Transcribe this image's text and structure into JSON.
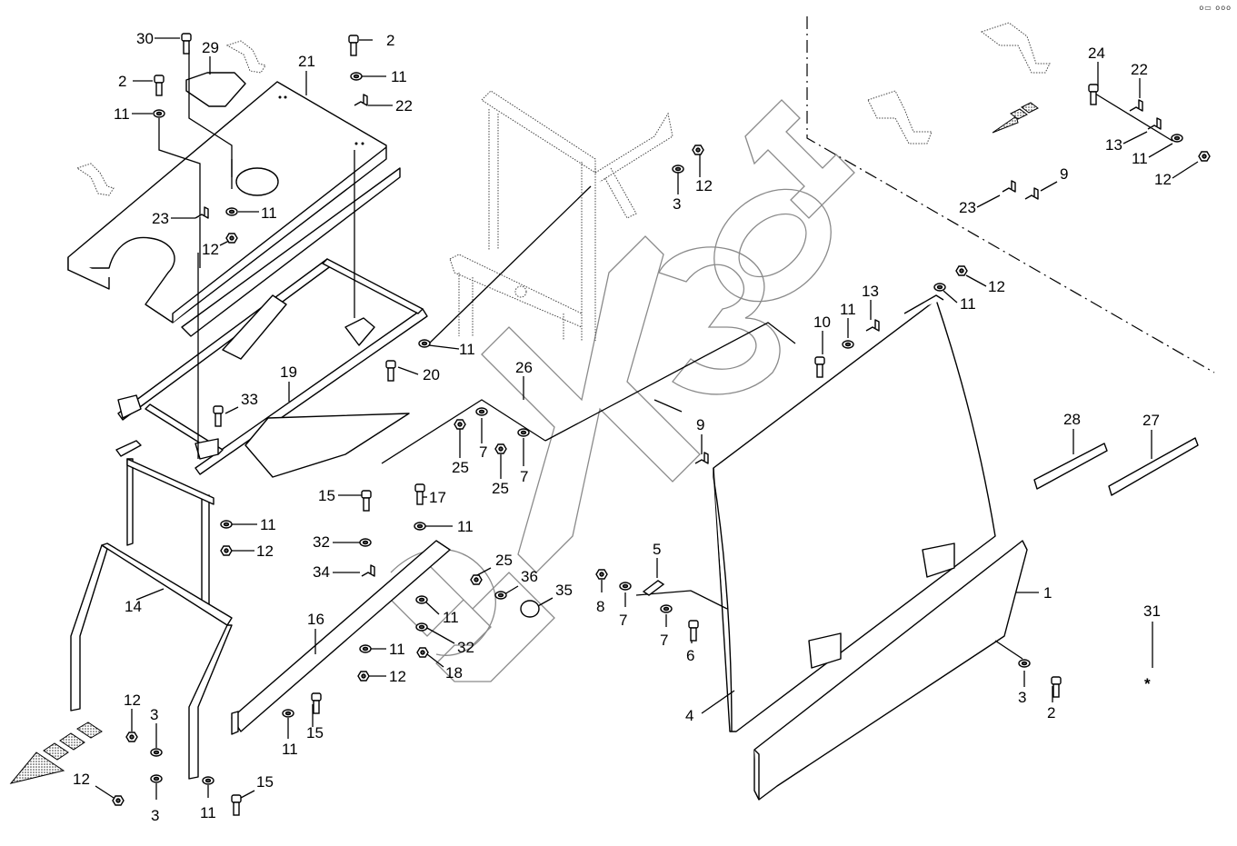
{
  "diagram": {
    "type": "exploded-parts-view",
    "watermark_text": "БИЗОН",
    "corner_mark": "o▭ ooo",
    "callouts": [
      {
        "id": "c30a",
        "label": "30",
        "part": "bolt"
      },
      {
        "id": "c29",
        "label": "29",
        "part": "cover-plate"
      },
      {
        "id": "c2a",
        "label": "2",
        "part": "bolt"
      },
      {
        "id": "c11a",
        "label": "11",
        "part": "washer"
      },
      {
        "id": "c21",
        "label": "21",
        "part": "top-panel"
      },
      {
        "id": "c2b",
        "label": "2",
        "part": "bolt"
      },
      {
        "id": "c11b",
        "label": "11",
        "part": "washer"
      },
      {
        "id": "c22a",
        "label": "22",
        "part": "bracket"
      },
      {
        "id": "c23a",
        "label": "23",
        "part": "bracket"
      },
      {
        "id": "c11c",
        "label": "11",
        "part": "washer"
      },
      {
        "id": "c12a",
        "label": "12",
        "part": "nut"
      },
      {
        "id": "c3a",
        "label": "3",
        "part": "washer"
      },
      {
        "id": "c12b",
        "label": "12",
        "part": "nut"
      },
      {
        "id": "c11d",
        "label": "11",
        "part": "washer"
      },
      {
        "id": "c20",
        "label": "20",
        "part": "bolt"
      },
      {
        "id": "c19",
        "label": "19",
        "part": "frame"
      },
      {
        "id": "c33",
        "label": "33",
        "part": "bolt"
      },
      {
        "id": "c26",
        "label": "26",
        "part": "hinge-pin"
      },
      {
        "id": "c25a",
        "label": "25",
        "part": "nut"
      },
      {
        "id": "c7a",
        "label": "7",
        "part": "washer"
      },
      {
        "id": "c25b",
        "label": "25",
        "part": "nut"
      },
      {
        "id": "c7b",
        "label": "7",
        "part": "washer"
      },
      {
        "id": "c11e",
        "label": "11",
        "part": "washer"
      },
      {
        "id": "c12c",
        "label": "12",
        "part": "nut"
      },
      {
        "id": "c15a",
        "label": "15",
        "part": "bolt"
      },
      {
        "id": "c17",
        "label": "17",
        "part": "bolt"
      },
      {
        "id": "c11f",
        "label": "11",
        "part": "washer"
      },
      {
        "id": "c32a",
        "label": "32",
        "part": "washer"
      },
      {
        "id": "c34",
        "label": "34",
        "part": "bracket"
      },
      {
        "id": "c25c",
        "label": "25",
        "part": "nut"
      },
      {
        "id": "c36",
        "label": "36",
        "part": "washer"
      },
      {
        "id": "c35",
        "label": "35",
        "part": "knob"
      },
      {
        "id": "c11g",
        "label": "11",
        "part": "washer"
      },
      {
        "id": "c32b",
        "label": "32",
        "part": "washer"
      },
      {
        "id": "c11h",
        "label": "11",
        "part": "washer"
      },
      {
        "id": "c18",
        "label": "18",
        "part": "nut"
      },
      {
        "id": "c12d",
        "label": "12",
        "part": "nut"
      },
      {
        "id": "c14",
        "label": "14",
        "part": "support-frame"
      },
      {
        "id": "c16",
        "label": "16",
        "part": "strut"
      },
      {
        "id": "c15b",
        "label": "15",
        "part": "bolt"
      },
      {
        "id": "c11i",
        "label": "11",
        "part": "washer"
      },
      {
        "id": "c12e",
        "label": "12",
        "part": "nut"
      },
      {
        "id": "c3b",
        "label": "3",
        "part": "washer"
      },
      {
        "id": "c12f",
        "label": "12",
        "part": "nut"
      },
      {
        "id": "c3c",
        "label": "3",
        "part": "washer"
      },
      {
        "id": "c11j",
        "label": "11",
        "part": "washer"
      },
      {
        "id": "c15c",
        "label": "15",
        "part": "bolt"
      },
      {
        "id": "c24",
        "label": "24",
        "part": "bolt"
      },
      {
        "id": "c22b",
        "label": "22",
        "part": "bracket"
      },
      {
        "id": "c13a",
        "label": "13",
        "part": "bracket"
      },
      {
        "id": "c11k",
        "label": "11",
        "part": "washer"
      },
      {
        "id": "c12g",
        "label": "12",
        "part": "nut"
      },
      {
        "id": "c9a",
        "label": "9",
        "part": "clip"
      },
      {
        "id": "c23b",
        "label": "23",
        "part": "bracket"
      },
      {
        "id": "c12h",
        "label": "12",
        "part": "nut"
      },
      {
        "id": "c11l",
        "label": "11",
        "part": "washer"
      },
      {
        "id": "c13b",
        "label": "13",
        "part": "clip"
      },
      {
        "id": "c11m",
        "label": "11",
        "part": "washer"
      },
      {
        "id": "c10",
        "label": "10",
        "part": "bolt"
      },
      {
        "id": "c9b",
        "label": "9",
        "part": "clip"
      },
      {
        "id": "c28",
        "label": "28",
        "part": "seal-strip"
      },
      {
        "id": "c27",
        "label": "27",
        "part": "seal-strip"
      },
      {
        "id": "c5",
        "label": "5",
        "part": "latch"
      },
      {
        "id": "c8",
        "label": "8",
        "part": "nut"
      },
      {
        "id": "c7c",
        "label": "7",
        "part": "washer"
      },
      {
        "id": "c7d",
        "label": "7",
        "part": "washer"
      },
      {
        "id": "c6",
        "label": "6",
        "part": "bolt"
      },
      {
        "id": "c1",
        "label": "1",
        "part": "door-panel"
      },
      {
        "id": "c4",
        "label": "4",
        "part": "door"
      },
      {
        "id": "c3d",
        "label": "3",
        "part": "washer"
      },
      {
        "id": "c2c",
        "label": "2",
        "part": "bolt"
      },
      {
        "id": "c31",
        "label": "31",
        "part": "kit-marker"
      }
    ],
    "kit_marker_symbol": "*"
  }
}
